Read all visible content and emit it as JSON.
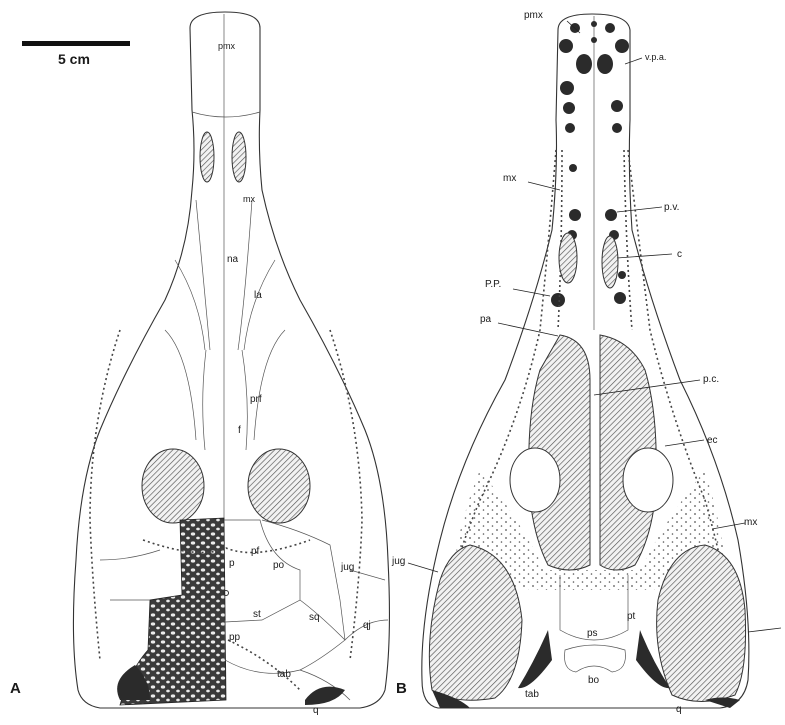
{
  "scale_bar": {
    "label": "5 cm"
  },
  "panels": {
    "a": "A",
    "b": "B"
  },
  "panel_a_labels": {
    "pmx": "pmx",
    "mx": "mx",
    "na": "na",
    "la": "la",
    "prf": "prf",
    "f": "f",
    "p": "p",
    "pf": "pf",
    "po": "po",
    "jug": "jug",
    "st": "st",
    "sq": "sq",
    "qj": "qj",
    "pp": "pp",
    "tab": "tab",
    "q": "q"
  },
  "panel_b_labels": {
    "pmx": "pmx",
    "vpa": "v.p.a.",
    "mx": "mx",
    "pv": "p.v.",
    "c": "c",
    "pp": "P.P.",
    "pa": "pa",
    "pc": "p.c.",
    "ec": "ec",
    "mx2": "mx",
    "jug": "jug",
    "ps": "ps",
    "pt": "pt",
    "tab": "tab",
    "bo": "bo",
    "q": "q"
  },
  "colors": {
    "ink": "#333333",
    "hatch": "#555555",
    "background": "#ffffff"
  }
}
